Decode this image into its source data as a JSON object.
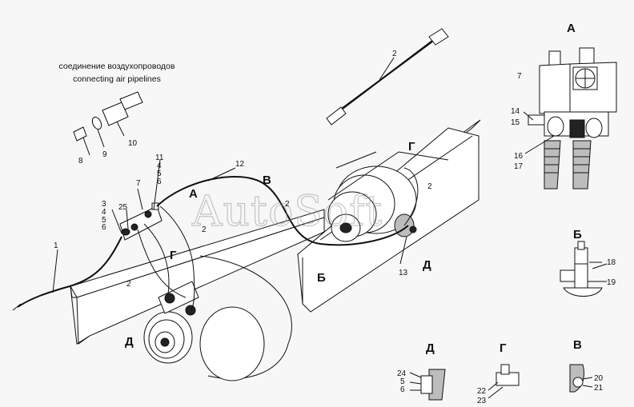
{
  "caption": {
    "ru": "соединение воздухопроводов",
    "en": "connecting air pipelines"
  },
  "watermark": "AutoSoft",
  "views": {
    "A_top": "А",
    "A_main": "А",
    "B_main": "Б",
    "B_detail": "Б",
    "V_main": "В",
    "V_detail": "В",
    "G_upper": "Г",
    "G_main": "Г",
    "G_detail": "Г",
    "D_right": "Д",
    "D_left": "Д",
    "D_detail": "Д"
  },
  "labels": {
    "n1": "1",
    "n2_hose": "2",
    "n2_a": "2",
    "n2_b": "2",
    "n2_c": "2",
    "n2_d": "2",
    "n7_top": "7",
    "n7_main": "7",
    "n8": "8",
    "n9": "9",
    "n10": "10",
    "n11": "11",
    "n4a": "4",
    "n5a": "5",
    "n6a": "6",
    "n12": "12",
    "n3": "3",
    "n4b": "4",
    "n5b": "5",
    "n6b": "6",
    "n25": "25",
    "n13": "13",
    "n14": "14",
    "n15": "15",
    "n16": "16",
    "n17": "17",
    "n18": "18",
    "n19": "19",
    "n24": "24",
    "n5c": "5",
    "n6c": "6",
    "n22": "22",
    "n23": "23",
    "n20": "20",
    "n21": "21"
  },
  "colors": {
    "ink": "#111111",
    "paper": "#f7f7f7",
    "watermark": "#9a9a9a"
  }
}
